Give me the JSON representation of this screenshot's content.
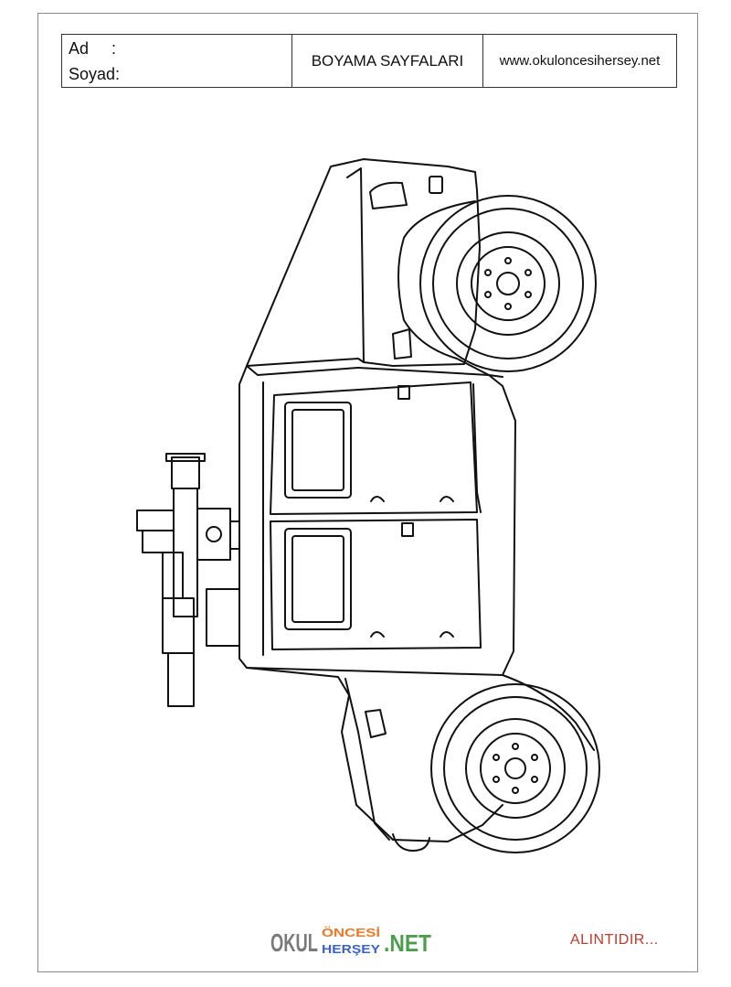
{
  "header": {
    "name_label": "Ad     :",
    "surname_label": "Soyad:",
    "title": "BOYAMA SAYFALARI",
    "website": "www.okuloncesihersey.net"
  },
  "drawing": {
    "subject": "military-jeep-with-mounted-gun",
    "style": "black-outline-coloring-page"
  },
  "footer": {
    "logo": {
      "okul": "OKUL",
      "oncesi": "ÖNCESİ",
      "hersey": "HERŞEY",
      "net": ".NET"
    },
    "source_note": "ALINTIDIR..."
  },
  "colors": {
    "line": "#111111",
    "frame": "#8a8a8a",
    "alinti": "#c0392b",
    "logo_okul": "#7a7a7a",
    "logo_oncesi": "#e87a2a",
    "logo_hersey": "#3a63c8",
    "logo_net": "#4aa04a"
  }
}
